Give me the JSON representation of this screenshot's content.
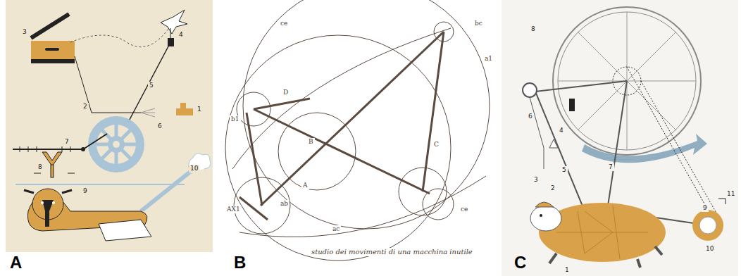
{
  "diagram": {
    "labels": [
      "3",
      "4",
      "2",
      "1",
      "5",
      "6",
      "7",
      "8",
      "9",
      "10",
      "A",
      "ce",
      "bc",
      "a1",
      "D",
      "B",
      "A",
      "C",
      "b1",
      "ab",
      "AX1",
      "ac",
      "ce",
      "studio dei movimenti di una macchina inutile",
      "B",
      "8",
      "6",
      "4",
      "3",
      "5",
      "2",
      "7",
      "9",
      "11",
      "10",
      "1",
      "C"
    ]
  }
}
